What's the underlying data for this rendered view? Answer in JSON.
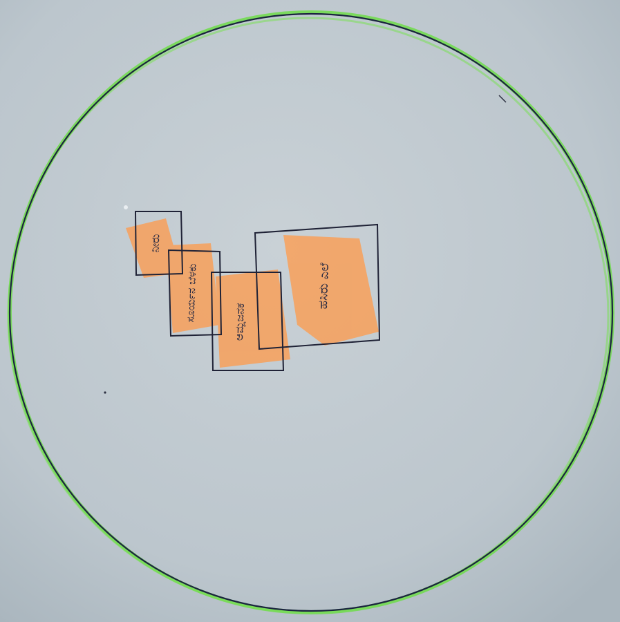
{
  "drawing": {
    "paper_color": "#bcc6cd",
    "circle_outline_color": "#1b2340",
    "circle_highlight_color": "#6fdc4a",
    "box_outline_color": "#1f2236",
    "highlight_color": "#ff9a4a",
    "ink_color": "#1e2440"
  },
  "boxes": [
    {
      "label": "ನೀರು"
    },
    {
      "label": "ಸೂರ್ಯನ ಬೆಳಕು"
    },
    {
      "label": "ಆಮ್ಲಜನಕ"
    },
    {
      "label": "ಹಸಿರು ಎಲೆ"
    }
  ]
}
